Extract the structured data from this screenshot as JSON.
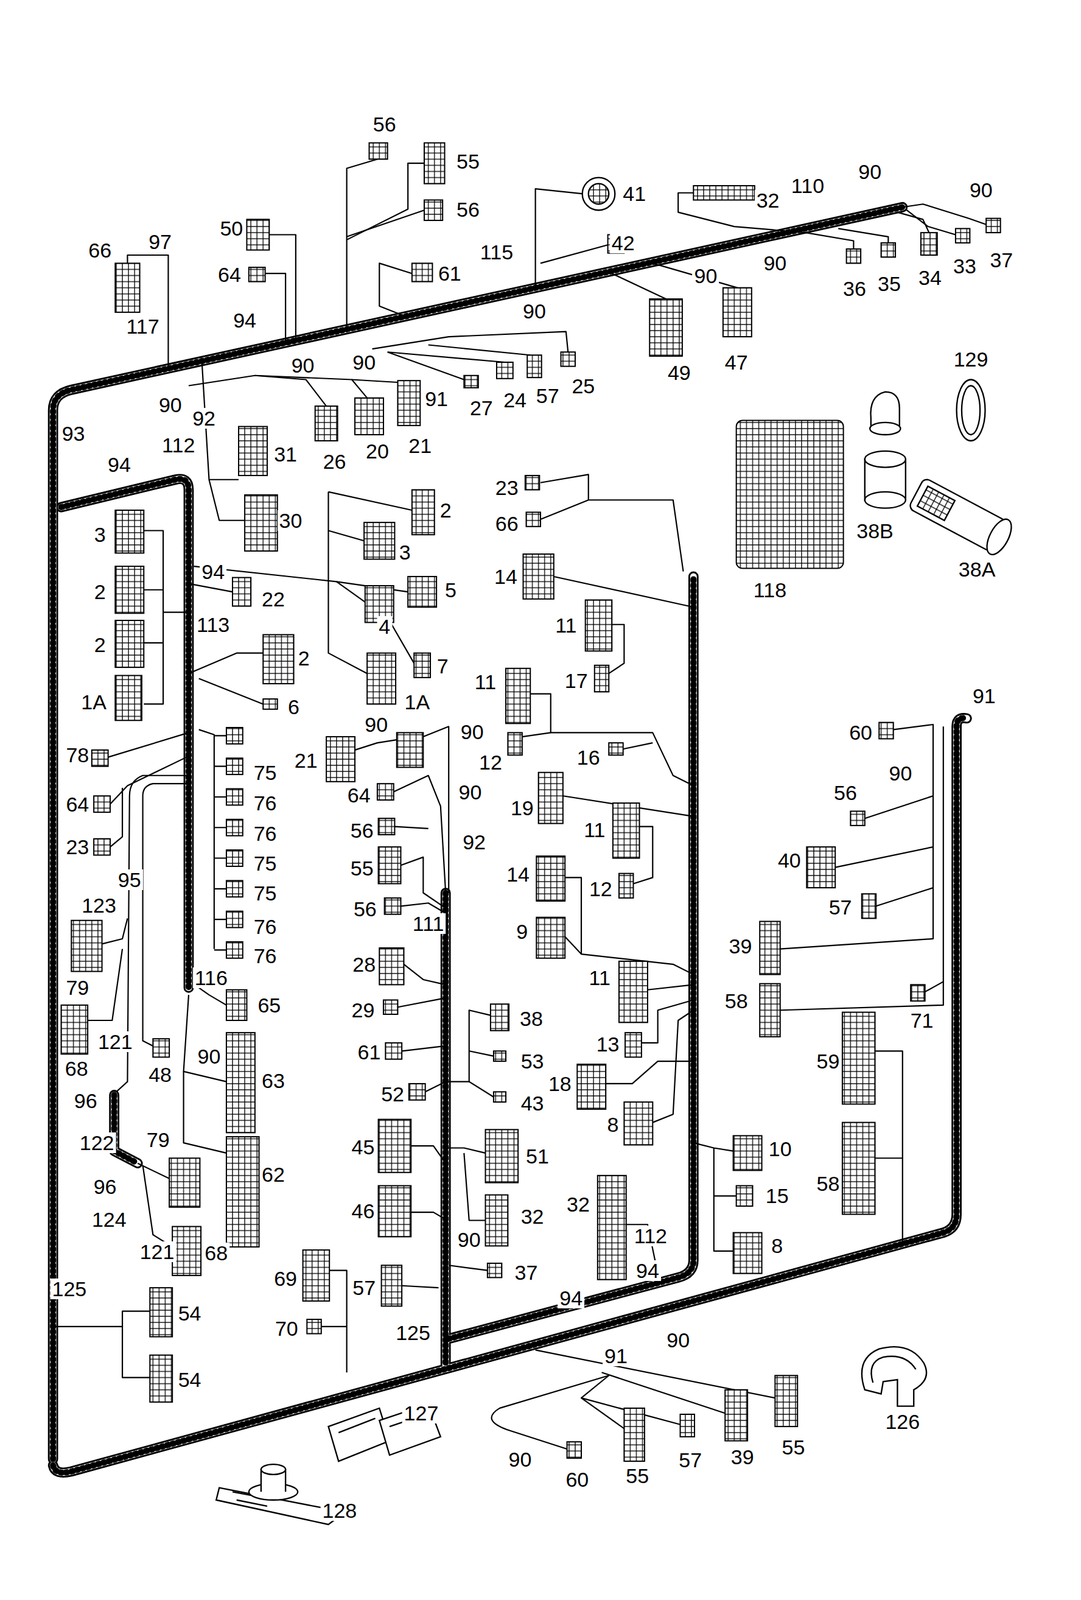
{
  "diagram": {
    "labels": [
      "56",
      "55",
      "56",
      "41",
      "32",
      "110",
      "90",
      "90",
      "42",
      "61",
      "115",
      "90",
      "90",
      "36",
      "35",
      "34",
      "33",
      "37",
      "66",
      "97",
      "117",
      "50",
      "64",
      "94",
      "90",
      "90",
      "49",
      "47",
      "90",
      "91",
      "27",
      "24",
      "57",
      "25",
      "90",
      "92",
      "26",
      "20",
      "21",
      "129",
      "93",
      "94",
      "112",
      "31",
      "30",
      "118",
      "38B",
      "38A",
      "23",
      "66",
      "2",
      "3",
      "5",
      "4",
      "3",
      "2",
      "2",
      "1A",
      "94",
      "22",
      "113",
      "2",
      "6",
      "7",
      "1A",
      "14",
      "11",
      "17",
      "11",
      "78",
      "21",
      "90",
      "90",
      "12",
      "16",
      "60",
      "91",
      "90",
      "64",
      "75",
      "76",
      "76",
      "75",
      "75",
      "76",
      "76",
      "64",
      "90",
      "56",
      "92",
      "55",
      "19",
      "11",
      "56",
      "23",
      "95",
      "123",
      "14",
      "12",
      "40",
      "57",
      "56",
      "9",
      "79",
      "116",
      "65",
      "28",
      "111",
      "29",
      "38",
      "11",
      "39",
      "58",
      "71",
      "121",
      "68",
      "48",
      "90",
      "63",
      "61",
      "53",
      "13",
      "59",
      "52",
      "43",
      "18",
      "8",
      "96",
      "122",
      "79",
      "62",
      "45",
      "51",
      "10",
      "96",
      "124",
      "46",
      "32",
      "32",
      "15",
      "58",
      "121",
      "68",
      "90",
      "112",
      "37",
      "8",
      "94",
      "94",
      "125",
      "54",
      "69",
      "57",
      "70",
      "125",
      "54",
      "91",
      "90",
      "127",
      "126",
      "90",
      "60",
      "55",
      "57",
      "39",
      "55",
      "128"
    ]
  }
}
